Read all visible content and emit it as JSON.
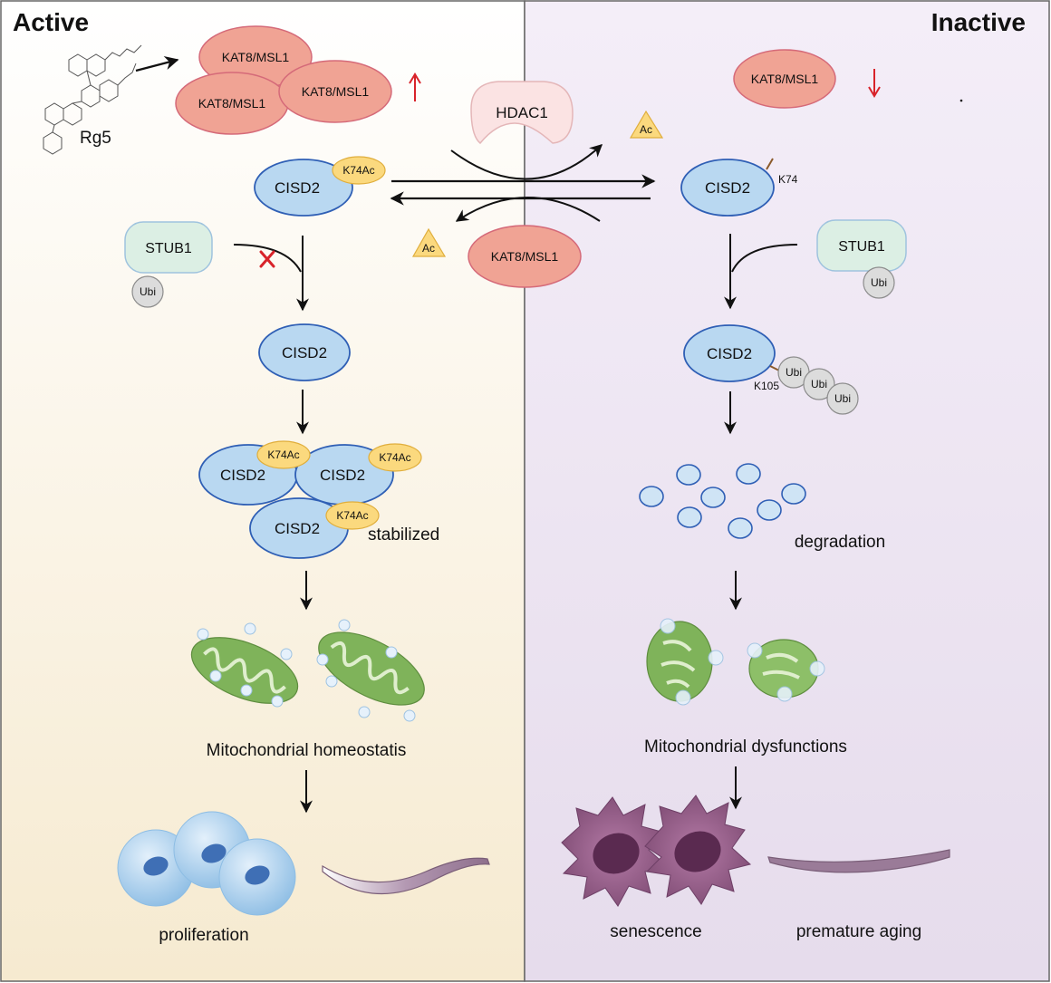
{
  "headers": {
    "active": "Active",
    "inactive": "Inactive"
  },
  "compound": {
    "name": "Rg5"
  },
  "proteins": {
    "kat8": "KAT8/MSL1",
    "hdac1": "HDAC1",
    "cisd2": "CISD2",
    "stub1": "STUB1",
    "ubi": "Ubi",
    "ac": "Ac",
    "k74ac": "K74Ac",
    "k74": "K74",
    "k105": "K105"
  },
  "labels": {
    "stabilized": "stabilized",
    "degradation": "degradation",
    "mito_homeostasis": "Mitochondrial homeostatis",
    "mito_dysfunction": "Mitochondrial dysfunctions",
    "proliferation": "proliferation",
    "senescence": "senescence",
    "premature_aging": "premature aging"
  },
  "colors": {
    "active_bg_top": "#ffffff",
    "active_bg_bottom": "#f6ead0",
    "inactive_bg_top": "#f4eef8",
    "inactive_bg_bottom": "#e6dcec",
    "kat8_fill": "#f0a394",
    "kat8_stroke": "#d56a79",
    "cisd2_fill": "#b9d8f1",
    "cisd2_stroke": "#2f5fb5",
    "ac_fill": "#fbd97e",
    "stub1_fill": "#dcefe4",
    "stub1_stroke": "#9fc3de",
    "hdac1_fill": "#fbe3e3",
    "ubi_fill": "#dcdcdc",
    "red_arrow": "#d8232a",
    "mito_green": "#7fb35a"
  }
}
